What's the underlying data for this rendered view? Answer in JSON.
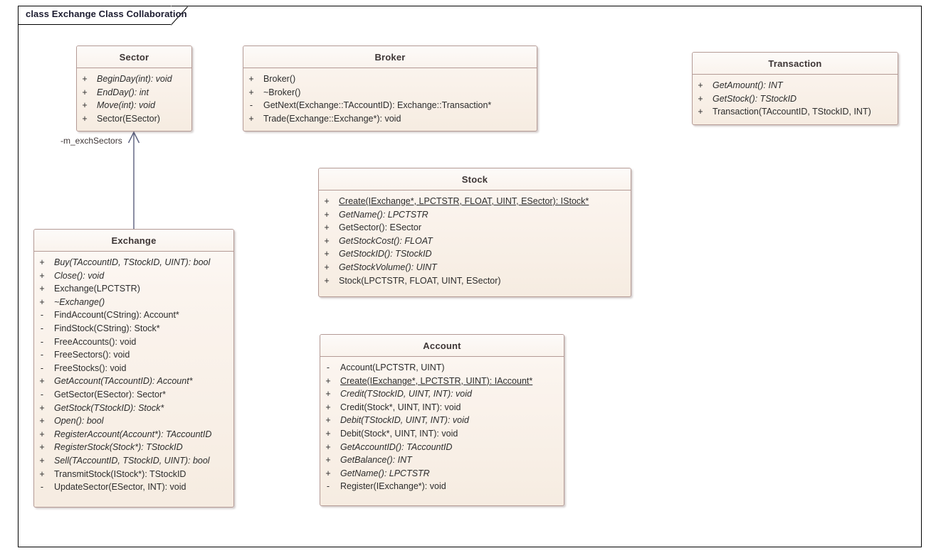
{
  "diagram": {
    "frame_label": "class Exchange Class Collaboration",
    "border_color": "#b49a95",
    "accent_color": "#f6ece1",
    "connector_color": "#5a5f7d"
  },
  "classes": [
    {
      "id": "sector",
      "name": "Sector",
      "members": [
        {
          "vis": "+",
          "sig": "BeginDay(int): void",
          "italic": true,
          "underline": false
        },
        {
          "vis": "+",
          "sig": "EndDay(): int",
          "italic": true,
          "underline": false
        },
        {
          "vis": "+",
          "sig": "Move(int): void",
          "italic": true,
          "underline": false
        },
        {
          "vis": "+",
          "sig": "Sector(ESector)",
          "italic": false,
          "underline": false
        }
      ]
    },
    {
      "id": "broker",
      "name": "Broker",
      "members": [
        {
          "vis": "+",
          "sig": "Broker()",
          "italic": false,
          "underline": false
        },
        {
          "vis": "+",
          "sig": "~Broker()",
          "italic": false,
          "underline": false
        },
        {
          "vis": "-",
          "sig": "GetNext(Exchange::TAccountID): Exchange::Transaction*",
          "italic": false,
          "underline": false
        },
        {
          "vis": "+",
          "sig": "Trade(Exchange::Exchange*): void",
          "italic": false,
          "underline": false
        }
      ]
    },
    {
      "id": "transaction",
      "name": "Transaction",
      "members": [
        {
          "vis": "+",
          "sig": "GetAmount(): INT",
          "italic": true,
          "underline": false
        },
        {
          "vis": "+",
          "sig": "GetStock(): TStockID",
          "italic": true,
          "underline": false
        },
        {
          "vis": "+",
          "sig": "Transaction(TAccountID, TStockID, INT)",
          "italic": false,
          "underline": false
        }
      ]
    },
    {
      "id": "stock",
      "name": "Stock",
      "members": [
        {
          "vis": "+",
          "sig": "Create(IExchange*, LPCTSTR, FLOAT, UINT, ESector): IStock*",
          "italic": false,
          "underline": true
        },
        {
          "vis": "+",
          "sig": "GetName(): LPCTSTR",
          "italic": true,
          "underline": false
        },
        {
          "vis": "+",
          "sig": "GetSector(): ESector",
          "italic": false,
          "underline": false
        },
        {
          "vis": "+",
          "sig": "GetStockCost(): FLOAT",
          "italic": true,
          "underline": false
        },
        {
          "vis": "+",
          "sig": "GetStockID(): TStockID",
          "italic": true,
          "underline": false
        },
        {
          "vis": "+",
          "sig": "GetStockVolume(): UINT",
          "italic": true,
          "underline": false
        },
        {
          "vis": "+",
          "sig": "Stock(LPCTSTR, FLOAT, UINT, ESector)",
          "italic": false,
          "underline": false
        }
      ]
    },
    {
      "id": "account",
      "name": "Account",
      "members": [
        {
          "vis": "-",
          "sig": "Account(LPCTSTR, UINT)",
          "italic": false,
          "underline": false
        },
        {
          "vis": "+",
          "sig": "Create(IExchange*, LPCTSTR, UINT): IAccount*",
          "italic": false,
          "underline": true
        },
        {
          "vis": "+",
          "sig": "Credit(TStockID, UINT, INT): void",
          "italic": true,
          "underline": false
        },
        {
          "vis": "+",
          "sig": "Credit(Stock*, UINT, INT): void",
          "italic": false,
          "underline": false
        },
        {
          "vis": "+",
          "sig": "Debit(TStockID, UINT, INT): void",
          "italic": true,
          "underline": false
        },
        {
          "vis": "+",
          "sig": "Debit(Stock*, UINT, INT): void",
          "italic": false,
          "underline": false
        },
        {
          "vis": "+",
          "sig": "GetAccountID(): TAccountID",
          "italic": true,
          "underline": false
        },
        {
          "vis": "+",
          "sig": "GetBalance(): INT",
          "italic": true,
          "underline": false
        },
        {
          "vis": "+",
          "sig": "GetName(): LPCTSTR",
          "italic": true,
          "underline": false
        },
        {
          "vis": "-",
          "sig": "Register(IExchange*): void",
          "italic": false,
          "underline": false
        }
      ]
    },
    {
      "id": "exchange",
      "name": "Exchange",
      "members": [
        {
          "vis": "+",
          "sig": "Buy(TAccountID, TStockID, UINT): bool",
          "italic": true,
          "underline": false
        },
        {
          "vis": "+",
          "sig": "Close(): void",
          "italic": true,
          "underline": false
        },
        {
          "vis": "+",
          "sig": "Exchange(LPCTSTR)",
          "italic": false,
          "underline": false
        },
        {
          "vis": "+",
          "sig": "~Exchange()",
          "italic": true,
          "underline": false
        },
        {
          "vis": "-",
          "sig": "FindAccount(CString): Account*",
          "italic": false,
          "underline": false
        },
        {
          "vis": "-",
          "sig": "FindStock(CString): Stock*",
          "italic": false,
          "underline": false
        },
        {
          "vis": "-",
          "sig": "FreeAccounts(): void",
          "italic": false,
          "underline": false
        },
        {
          "vis": "-",
          "sig": "FreeSectors(): void",
          "italic": false,
          "underline": false
        },
        {
          "vis": "-",
          "sig": "FreeStocks(): void",
          "italic": false,
          "underline": false
        },
        {
          "vis": "+",
          "sig": "GetAccount(TAccountID): Account*",
          "italic": true,
          "underline": false
        },
        {
          "vis": "-",
          "sig": "GetSector(ESector): Sector*",
          "italic": false,
          "underline": false
        },
        {
          "vis": "+",
          "sig": "GetStock(TStockID): Stock*",
          "italic": true,
          "underline": false
        },
        {
          "vis": "+",
          "sig": "Open(): bool",
          "italic": true,
          "underline": false
        },
        {
          "vis": "+",
          "sig": "RegisterAccount(Account*): TAccountID",
          "italic": true,
          "underline": false
        },
        {
          "vis": "+",
          "sig": "RegisterStock(Stock*): TStockID",
          "italic": true,
          "underline": false
        },
        {
          "vis": "+",
          "sig": "Sell(TAccountID, TStockID, UINT): bool",
          "italic": true,
          "underline": false
        },
        {
          "vis": "+",
          "sig": "TransmitStock(IStock*): TStockID",
          "italic": false,
          "underline": false
        },
        {
          "vis": "-",
          "sig": "UpdateSector(ESector, INT): void",
          "italic": false,
          "underline": false
        }
      ]
    }
  ],
  "relationships": [
    {
      "id": "exchange-sector",
      "label": "-m_exchSectors",
      "from": "exchange",
      "to": "sector",
      "kind": "association"
    }
  ]
}
